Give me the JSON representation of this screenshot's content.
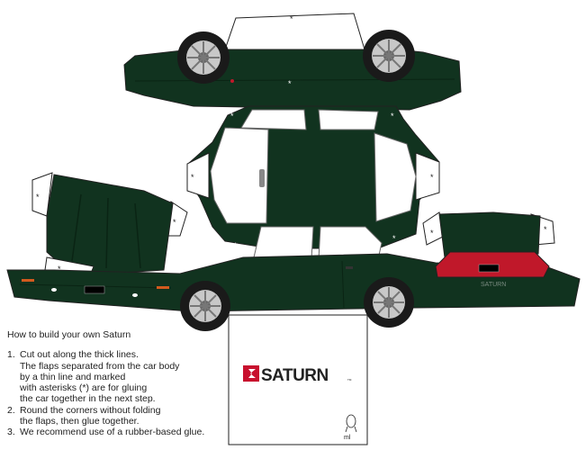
{
  "colors": {
    "body": "#11331f",
    "body_dark": "#0a2414",
    "window": "#ffffff",
    "outline": "#222222",
    "tail_light": "#c0182a",
    "logo_red": "#c8102e",
    "tire": "#1a1a1a",
    "rim": "#c8c8c8"
  },
  "instructions": {
    "heading": "How to build your own Saturn",
    "steps": [
      {
        "num": "1.",
        "text": "Cut out along the thick lines.\nThe flaps separated from the car body\nby a thin line and marked\nwith asterisks (*) are for gluing\nthe car together in the next step."
      },
      {
        "num": "2.",
        "text": "Round the corners without folding\nthe flaps, then glue together."
      },
      {
        "num": "3.",
        "text": "We recommend use of a rubber-based glue."
      }
    ]
  },
  "logo": {
    "wordmark": "SATURN",
    "trademark": "TM",
    "icon": "saturn-logo-icon"
  },
  "base_tab": {
    "signature": "ml"
  },
  "rear_panel": {
    "badge": "SATURN"
  },
  "flap_marks": {
    "glyph": "*"
  }
}
